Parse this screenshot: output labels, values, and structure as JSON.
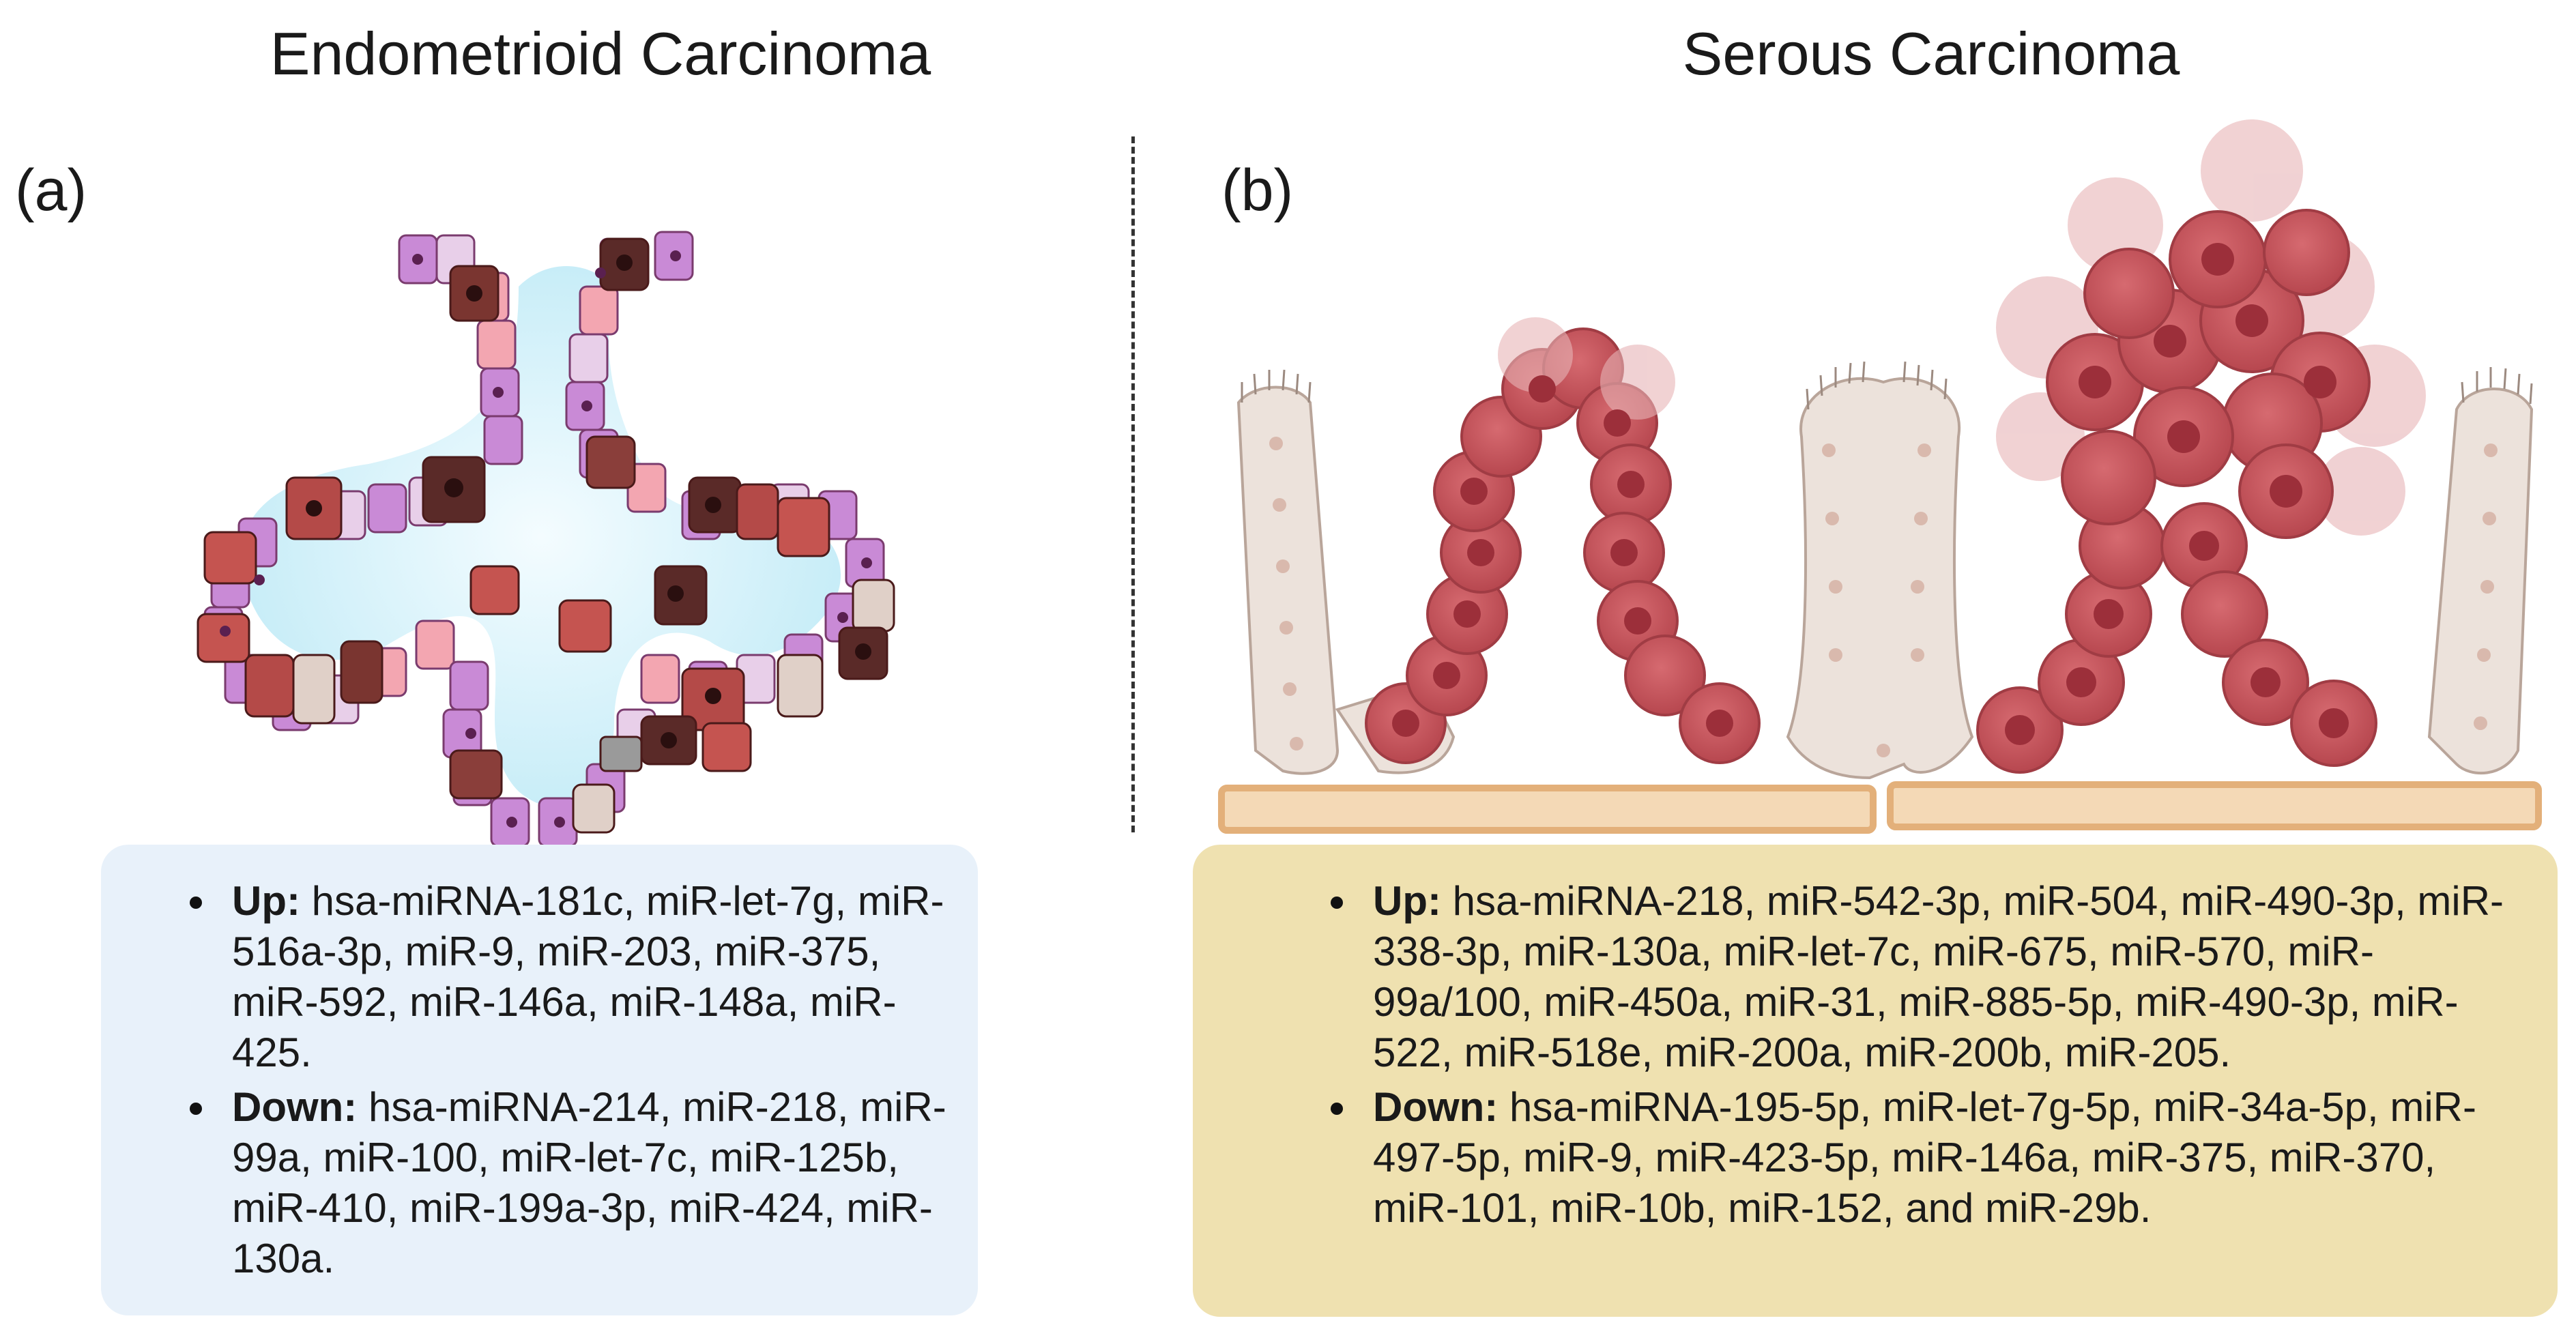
{
  "panel_a": {
    "title": "Endometrioid Carcinoma",
    "label": "(a)",
    "up_label": "Up:",
    "up_text": "hsa-miRNA-181c, miR-let-7g, miR-516a-3p, miR-9, miR-203, miR-375, miR-592, miR-146a, miR-148a, miR-425.",
    "down_label": "Down:",
    "down_text": "hsa-miRNA-214, miR-218, miR-99a, miR-100, miR-let-7c, miR-125b, miR-410, miR-199a-3p, miR-424, miR-130a."
  },
  "panel_b": {
    "title": "Serous Carcinoma",
    "label": "(b)",
    "up_label": "Up:",
    "up_text": "hsa-miRNA-218, miR-542-3p, miR-504, miR-490-3p, miR-338-3p, miR-130a, miR-let-7c, miR-675, miR-570, miR-99a/100, miR-450a, miR-31, miR-885-5p, miR-490-3p, miR-522, miR-518e, miR-200a, miR-200b, miR-205.",
    "down_label": "Down:",
    "down_text": "hsa-miRNA-195-5p, miR-let-7g-5p, miR-34a-5p, miR-497-5p, miR-9, miR-423-5p, miR-146a, miR-375, miR-370,  miR-101, miR-10b, miR-152, and miR-29b."
  },
  "colors": {
    "box_a_fill": "#e8f1fa",
    "box_b_fill": "#efe1b0",
    "tumor_cell": "#c8555c",
    "normal_cell": "#e8ddd6",
    "basement_membrane": "#e3b07a",
    "lumen": "#d9f3fb"
  }
}
